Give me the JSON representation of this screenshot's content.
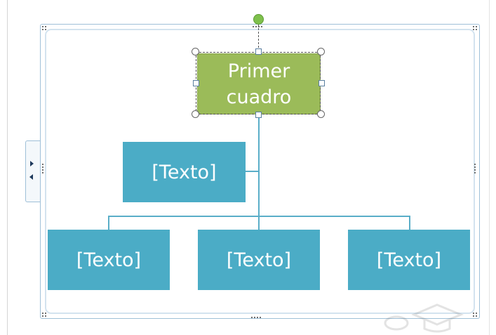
{
  "diagram": {
    "top_box": {
      "label": "Primer cuadro",
      "color": "#9bbb59",
      "selected": true
    },
    "assistant_box": {
      "label": "[Texto]",
      "color": "#4bacc6"
    },
    "child_boxes": [
      {
        "label": "[Texto]",
        "color": "#4bacc6"
      },
      {
        "label": "[Texto]",
        "color": "#4bacc6"
      },
      {
        "label": "[Texto]",
        "color": "#4bacc6"
      }
    ],
    "connector_color": "#5aaec8"
  },
  "text_pane_toggle": {
    "icon": "expand-collapse-arrows-icon"
  },
  "rotate_handle": {
    "icon": "rotate-handle-icon",
    "color": "#7ec04c"
  },
  "watermark": {
    "icon": "graduation-cap-logo-icon"
  }
}
